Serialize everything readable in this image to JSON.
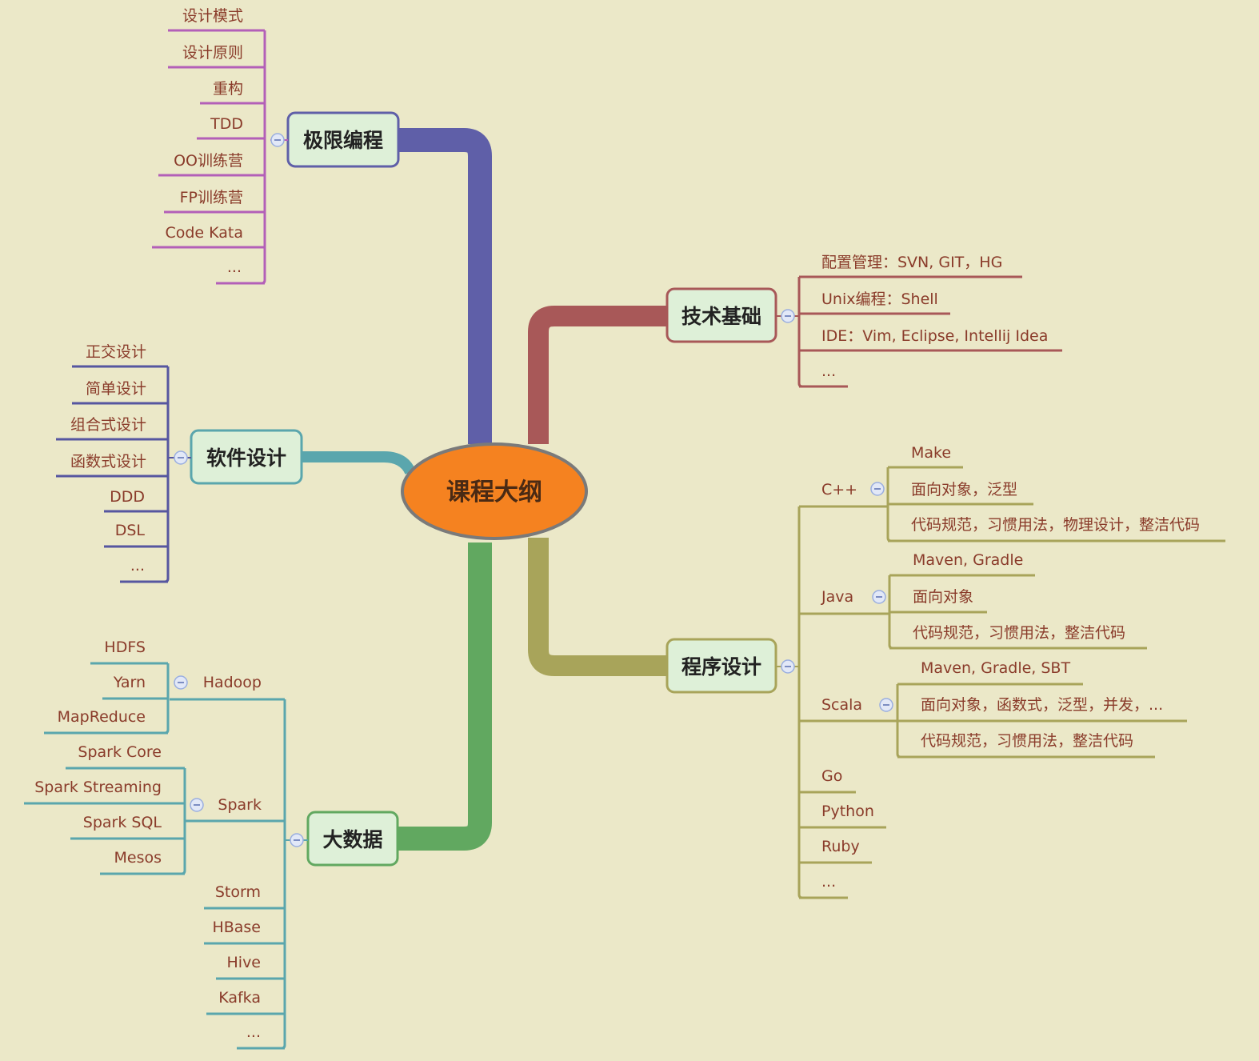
{
  "center": {
    "title": "课程大纲",
    "fill": "#f58220",
    "stroke": "#7a7a7a"
  },
  "topics": {
    "xp": {
      "label": "极限编程",
      "color": "#5f5fa8",
      "leaves": [
        "设计模式",
        "设计原则",
        "重构",
        "TDD",
        "OO训练营",
        "FP训练营",
        "Code Kata",
        "..."
      ],
      "leaf_color": "#b35fb8"
    },
    "design": {
      "label": "软件设计",
      "color": "#5aa6ad",
      "leaves": [
        "正交设计",
        "简单设计",
        "组合式设计",
        "函数式设计",
        "DDD",
        "DSL",
        "..."
      ],
      "leaf_color": "#5656a0"
    },
    "bigdata": {
      "label": "大数据",
      "color": "#61a860",
      "leaf_color": "#5aa6ad",
      "groups": [
        {
          "label": "Hadoop",
          "items": [
            "HDFS",
            "Yarn",
            "MapReduce"
          ]
        },
        {
          "label": "Spark",
          "items": [
            "Spark Core",
            "Spark Streaming",
            "Spark SQL",
            "Mesos"
          ]
        }
      ],
      "leaves": [
        "Storm",
        "HBase",
        "Hive",
        "Kafka",
        "..."
      ]
    },
    "tech": {
      "label": "技术基础",
      "color": "#a85858",
      "leaves": [
        "配置管理：SVN, GIT，HG",
        "Unix编程：Shell",
        "IDE：Vim, Eclipse, Intellij Idea",
        "..."
      ]
    },
    "prog": {
      "label": "程序设计",
      "color": "#a8a45a",
      "groups": [
        {
          "label": "C++",
          "items": [
            "Make",
            "面向对象，泛型",
            "代码规范，习惯用法，物理设计，整洁代码"
          ]
        },
        {
          "label": "Java",
          "items": [
            "Maven, Gradle",
            "面向对象",
            "代码规范，习惯用法，整洁代码"
          ]
        },
        {
          "label": "Scala",
          "items": [
            "Maven, Gradle, SBT",
            "面向对象，函数式，泛型，并发，...",
            "代码规范，习惯用法，整洁代码"
          ]
        }
      ],
      "leaves": [
        "Go",
        "Python",
        "Ruby",
        "..."
      ]
    }
  }
}
